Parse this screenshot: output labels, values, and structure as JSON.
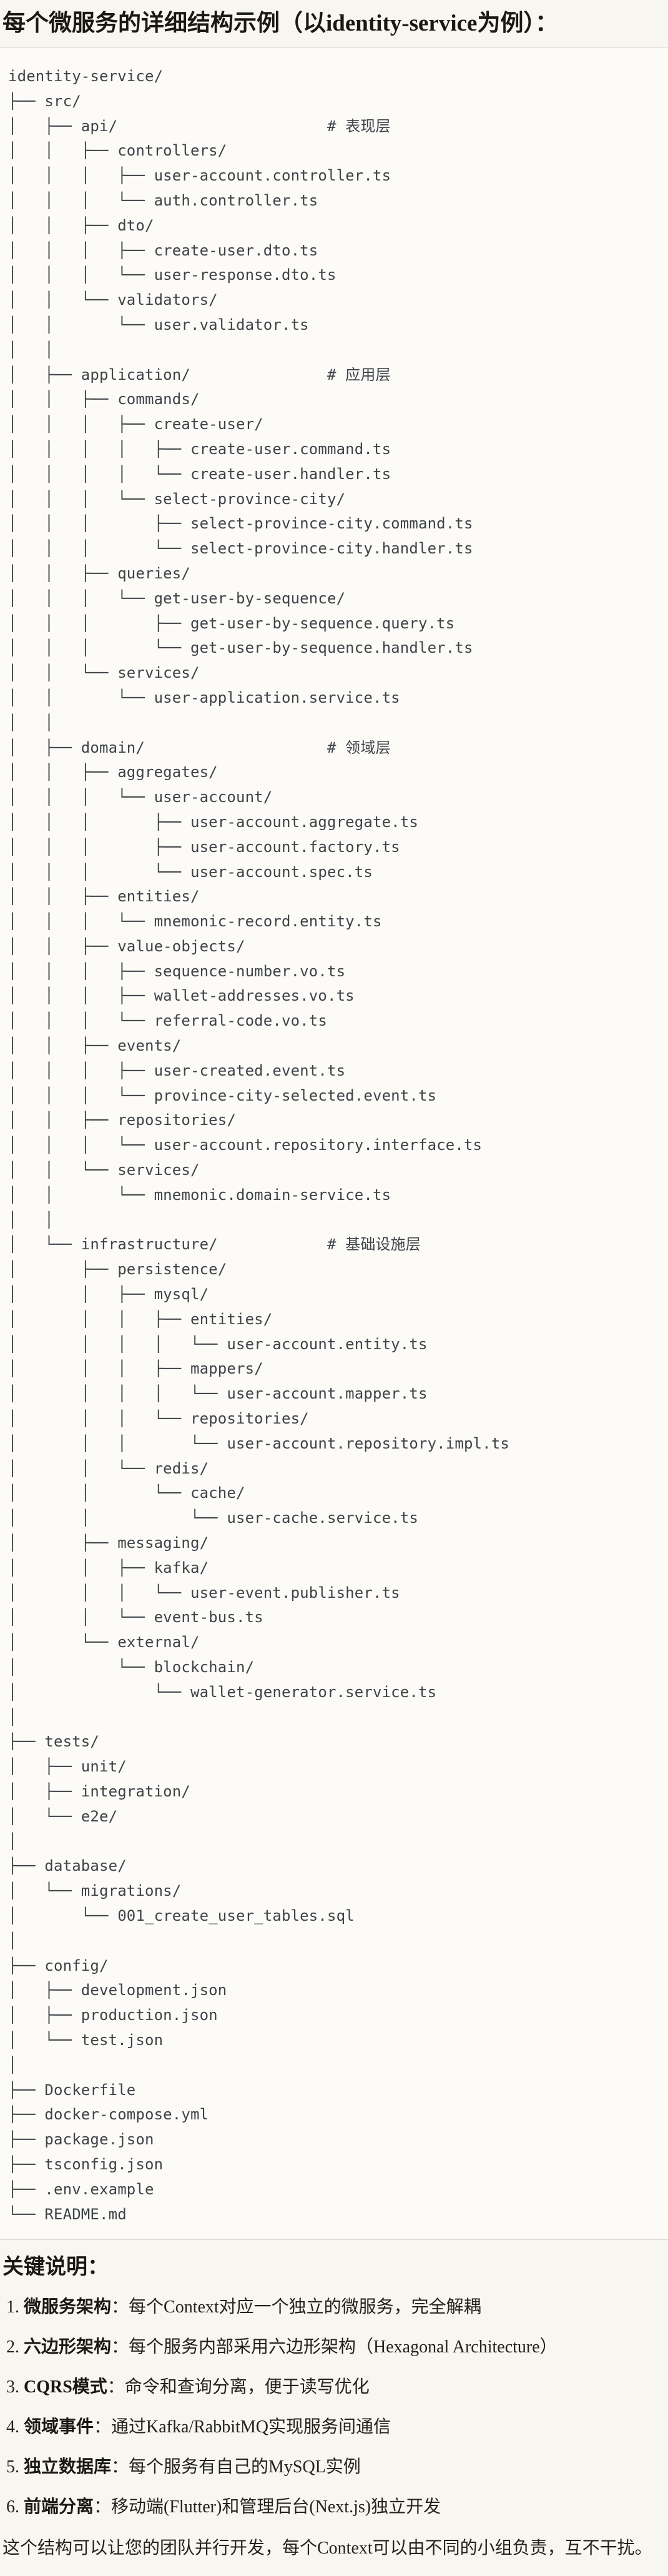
{
  "title": "每个微服务的详细结构示例（以identity-service为例）：",
  "tree": {
    "lines": [
      "identity-service/",
      "├── src/",
      "│   ├── api/                       # 表现层",
      "│   │   ├── controllers/",
      "│   │   │   ├── user-account.controller.ts",
      "│   │   │   └── auth.controller.ts",
      "│   │   ├── dto/",
      "│   │   │   ├── create-user.dto.ts",
      "│   │   │   └── user-response.dto.ts",
      "│   │   └── validators/",
      "│   │       └── user.validator.ts",
      "│   │",
      "│   ├── application/               # 应用层",
      "│   │   ├── commands/",
      "│   │   │   ├── create-user/",
      "│   │   │   │   ├── create-user.command.ts",
      "│   │   │   │   └── create-user.handler.ts",
      "│   │   │   └── select-province-city/",
      "│   │   │       ├── select-province-city.command.ts",
      "│   │   │       └── select-province-city.handler.ts",
      "│   │   ├── queries/",
      "│   │   │   └── get-user-by-sequence/",
      "│   │   │       ├── get-user-by-sequence.query.ts",
      "│   │   │       └── get-user-by-sequence.handler.ts",
      "│   │   └── services/",
      "│   │       └── user-application.service.ts",
      "│   │",
      "│   ├── domain/                    # 领域层",
      "│   │   ├── aggregates/",
      "│   │   │   └── user-account/",
      "│   │   │       ├── user-account.aggregate.ts",
      "│   │   │       ├── user-account.factory.ts",
      "│   │   │       └── user-account.spec.ts",
      "│   │   ├── entities/",
      "│   │   │   └── mnemonic-record.entity.ts",
      "│   │   ├── value-objects/",
      "│   │   │   ├── sequence-number.vo.ts",
      "│   │   │   ├── wallet-addresses.vo.ts",
      "│   │   │   └── referral-code.vo.ts",
      "│   │   ├── events/",
      "│   │   │   ├── user-created.event.ts",
      "│   │   │   └── province-city-selected.event.ts",
      "│   │   ├── repositories/",
      "│   │   │   └── user-account.repository.interface.ts",
      "│   │   └── services/",
      "│   │       └── mnemonic.domain-service.ts",
      "│   │",
      "│   └── infrastructure/            # 基础设施层",
      "│       ├── persistence/",
      "│       │   ├── mysql/",
      "│       │   │   ├── entities/",
      "│       │   │   │   └── user-account.entity.ts",
      "│       │   │   ├── mappers/",
      "│       │   │   │   └── user-account.mapper.ts",
      "│       │   │   └── repositories/",
      "│       │   │       └── user-account.repository.impl.ts",
      "│       │   └── redis/",
      "│       │       └── cache/",
      "│       │           └── user-cache.service.ts",
      "│       ├── messaging/",
      "│       │   ├── kafka/",
      "│       │   │   └── user-event.publisher.ts",
      "│       │   └── event-bus.ts",
      "│       └── external/",
      "│           └── blockchain/",
      "│               └── wallet-generator.service.ts",
      "│",
      "├── tests/",
      "│   ├── unit/",
      "│   ├── integration/",
      "│   └── e2e/",
      "│",
      "├── database/",
      "│   └── migrations/",
      "│       └── 001_create_user_tables.sql",
      "│",
      "├── config/",
      "│   ├── development.json",
      "│   ├── production.json",
      "│   └── test.json",
      "│",
      "├── Dockerfile",
      "├── docker-compose.yml",
      "├── package.json",
      "├── tsconfig.json",
      "├── .env.example",
      "└── README.md"
    ]
  },
  "notes": {
    "heading": "关键说明：",
    "items": [
      {
        "num": "1.",
        "term": "微服务架构",
        "desc": "：每个Context对应一个独立的微服务，完全解耦"
      },
      {
        "num": "2.",
        "term": "六边形架构",
        "desc": "：每个服务内部采用六边形架构（Hexagonal Architecture）"
      },
      {
        "num": "3.",
        "term": "CQRS模式",
        "desc": "：命令和查询分离，便于读写优化"
      },
      {
        "num": "4.",
        "term": "领域事件",
        "desc": "：通过Kafka/RabbitMQ实现服务间通信"
      },
      {
        "num": "5.",
        "term": "独立数据库",
        "desc": "：每个服务有自己的MySQL实例"
      },
      {
        "num": "6.",
        "term": "前端分离",
        "desc": "：移动端(Flutter)和管理后台(Next.js)独立开发"
      }
    ],
    "footer": "这个结构可以让您的团队并行开发，每个Context可以由不同的小组负责，互不干扰。"
  },
  "colors": {
    "page_bg": "#f8f6f0",
    "code_bg": "#fcfbf8",
    "code_border": "#dbd9d1",
    "tree_text": "#3e4348",
    "body_text": "#23221c"
  }
}
